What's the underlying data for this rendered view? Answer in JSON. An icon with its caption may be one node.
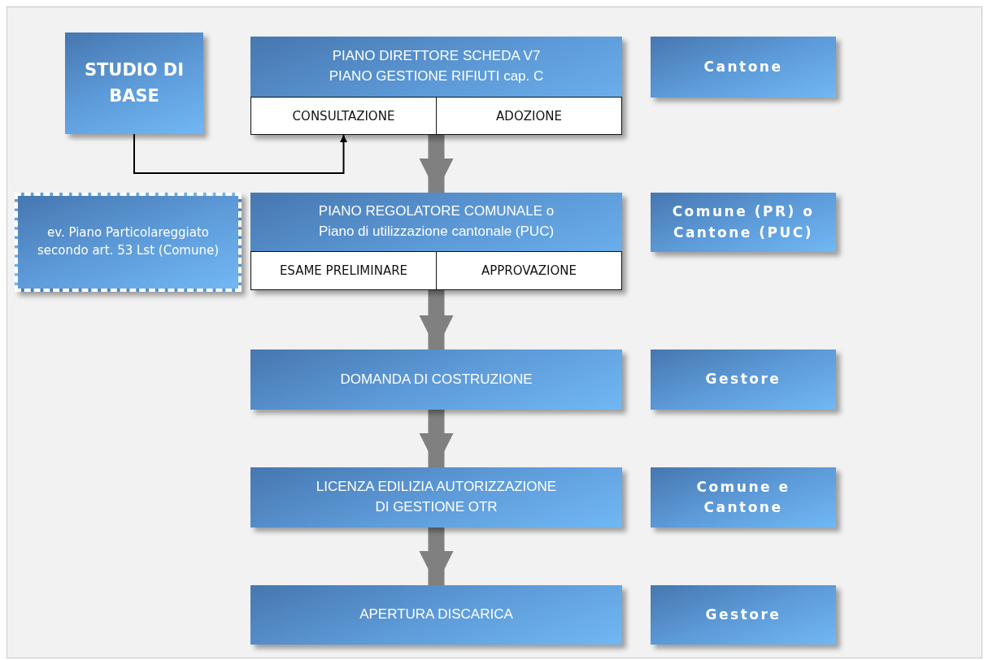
{
  "diagram": {
    "nodes": [
      {
        "text": [
          "STUDIO DI BASE"
        ]
      },
      {
        "text": [
          "PIANO DIRETTORE SCHEDA V7 PIANO GESTIONE RIFIUTI cap. C"
        ]
      },
      {
        "text": [
          "CONSULTAZIONE"
        ],
        "in": 1
      },
      {
        "text": [
          "ADOZIONE"
        ],
        "in": 1
      },
      {
        "text": [
          "Cantone"
        ]
      },
      {
        "text": [
          "ev. Piano Particolareggiato secondo art. 53 Lst (Comune)"
        ]
      },
      {
        "text": [
          "PIANO REGOLATORE COMUNALE o Piano di utilizzazione cantonale (PUC)"
        ]
      },
      {
        "text": [
          "ESAME PRELIMINARE"
        ],
        "in": 6
      },
      {
        "text": [
          "APPROVAZIONE"
        ],
        "in": 6
      },
      {
        "text": [
          "Comune (PR) o Cantone (PUC)"
        ]
      },
      {
        "text": [
          "DOMANDA DI COSTRUZIONE"
        ]
      },
      {
        "text": [
          "Gestore"
        ]
      },
      {
        "text": [
          "LICENZA EDILIZIA AUTORIZZAZIONE DI GESTIONE OTR"
        ]
      },
      {
        "text": [
          "Comune e Cantone"
        ]
      },
      {
        "text": [
          "APERTURA DISCARICA"
        ]
      },
      {
        "text": [
          "Gestore"
        ]
      }
    ],
    "edges": [
      {
        "from": 0,
        "to": 2,
        "arrow": "to",
        "color": "#000000"
      },
      {
        "from": 1,
        "to": 6,
        "arrow": "to",
        "color": "#808080"
      },
      {
        "from": 6,
        "to": 10,
        "arrow": "to",
        "color": "#808080"
      },
      {
        "from": 10,
        "to": 12,
        "arrow": "to",
        "color": "#808080"
      },
      {
        "from": 12,
        "to": 14,
        "arrow": "to",
        "color": "#808080"
      }
    ]
  }
}
